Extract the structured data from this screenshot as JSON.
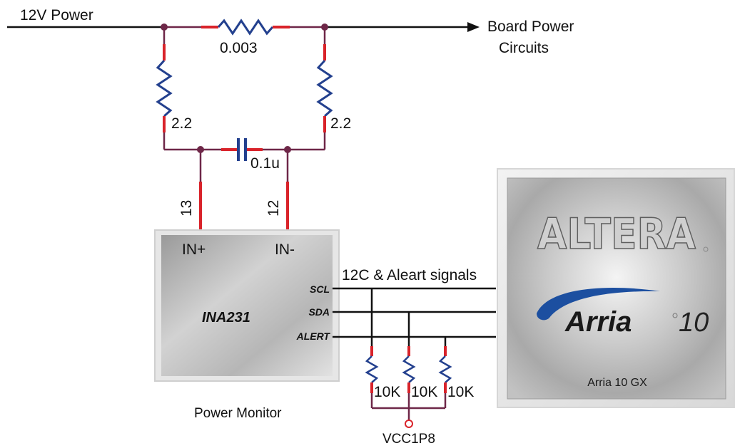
{
  "diagram": {
    "power_input_label": "12V Power",
    "shunt_resistor_value": "0.003",
    "output_label_line1": "Board Power",
    "output_label_line2": "Circuits",
    "left_resistor_value": "2.2",
    "right_resistor_value": "2.2",
    "capacitor_value": "0.1u",
    "pin_left": "13",
    "pin_right": "12",
    "monitor_chip": {
      "in_plus": "IN+",
      "in_minus": "IN-",
      "name": "INA231",
      "caption": "Power Monitor",
      "signals": [
        "SCL",
        "SDA",
        "ALERT"
      ]
    },
    "bus_label": "12C & Aleart signals",
    "pullups": [
      "10K",
      "10K",
      "10K"
    ],
    "supply_label": "VCC1P8",
    "fpga": {
      "brand": "ALTERA",
      "family": "Arria",
      "version": "10",
      "part": "Arria 10 GX"
    },
    "colors": {
      "wire": "#6e2748",
      "pin_wire": "#d9232a",
      "signal_wire": "#111111",
      "resistor": "#23408e",
      "capacitor": "#23408e",
      "swoosh": "#1c4fa0"
    }
  }
}
